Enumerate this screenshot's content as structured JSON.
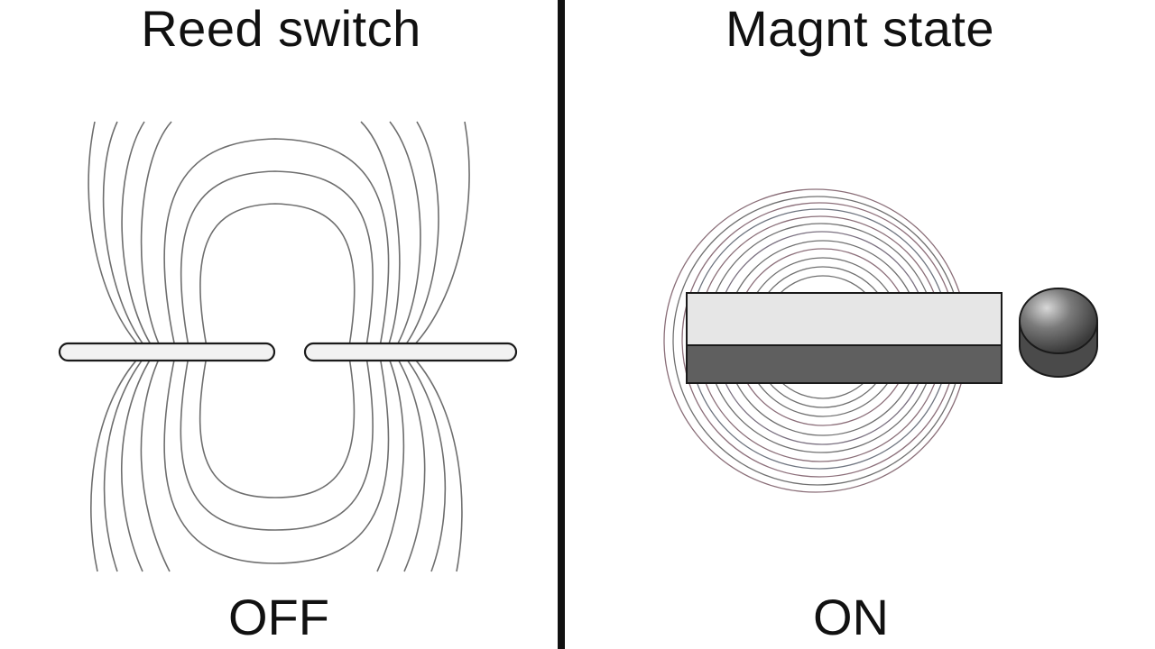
{
  "left_panel": {
    "title": "Reed switch",
    "state": "OFF"
  },
  "right_panel": {
    "title": "Magnt state",
    "state": "ON"
  },
  "colors": {
    "line": "#1a1a1a",
    "field_line": "#6e6e6e",
    "reed_fill": "#f2f2f2",
    "magnet_light": "#e6e6e6",
    "magnet_dark": "#5f5f5f",
    "divider": "#111111"
  }
}
